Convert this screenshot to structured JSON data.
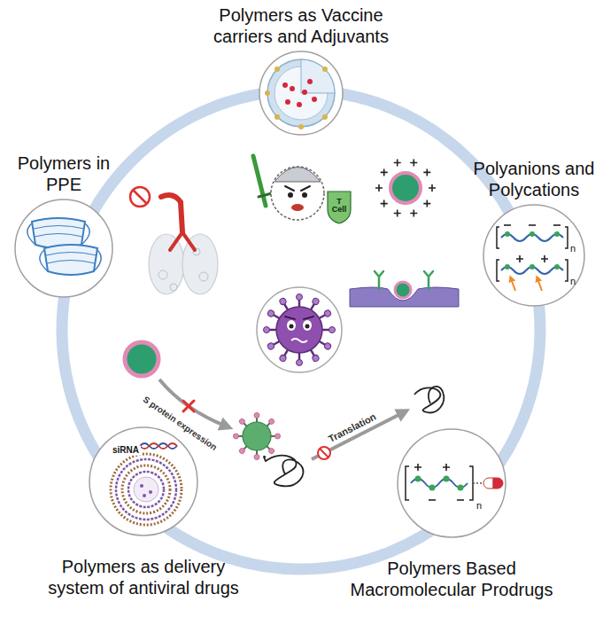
{
  "diagram": {
    "nodes": [
      {
        "text": [
          "Polymers as Vaccine carriers and Adjuvants"
        ]
      },
      {
        "text": [
          "Polymers in PPE"
        ]
      },
      {
        "text": [
          "Polyanions and Polycations"
        ]
      },
      {
        "text": [
          "Polymers as delivery system of antiviral drugs"
        ]
      },
      {
        "text": [
          "Polymers Based Macromolecular Prodrugs"
        ]
      }
    ],
    "labels": [
      "T Cell",
      "n",
      "n",
      "siRNA",
      "S protein expression",
      "Translation",
      "n"
    ]
  }
}
